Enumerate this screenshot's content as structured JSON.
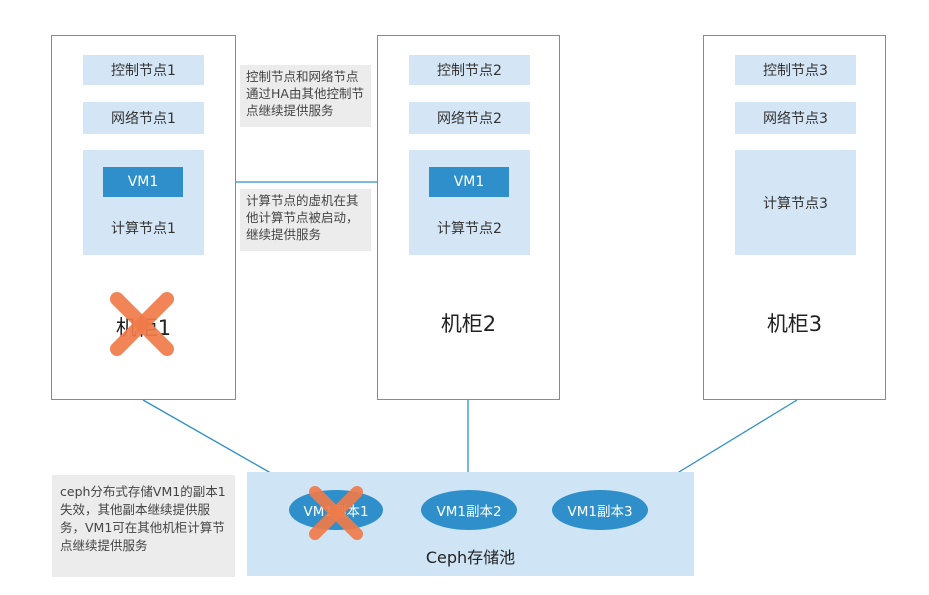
{
  "racks": [
    {
      "label": "机柜1",
      "control": "控制节点1",
      "network": "网络节点1",
      "compute": "计算节点1",
      "vm": "VM1",
      "failed": true
    },
    {
      "label": "机柜2",
      "control": "控制节点2",
      "network": "网络节点2",
      "compute": "计算节点2",
      "vm": "VM1",
      "failed": false
    },
    {
      "label": "机柜3",
      "control": "控制节点3",
      "network": "网络节点3",
      "compute": "计算节点3",
      "failed": false
    }
  ],
  "notes": {
    "ha": "控制节点和网络节点通过HA由其他控制节点继续提供服务",
    "migrate": "计算节点的虚机在其他计算节点被启动，继续提供服务",
    "ceph": "ceph分布式存储VM1的副本1失效，其他副本继续提供服务，VM1可在其他机柜计算节点继续提供服务"
  },
  "pool": {
    "label": "Ceph存储池",
    "replicas": [
      "VM1副本1",
      "VM1副本2",
      "VM1副本3"
    ]
  },
  "colors": {
    "rack_border": "#3aa3d8",
    "node_fill": "#d4e6f5",
    "vm_fill": "#2e8fcb",
    "pool_fill": "#cfe4f4",
    "failure_mark": "#f07b4a",
    "line": "#2e8fcb"
  },
  "icons": {
    "failure": "cross-mark-icon",
    "arrow": "arrow-right-icon"
  }
}
